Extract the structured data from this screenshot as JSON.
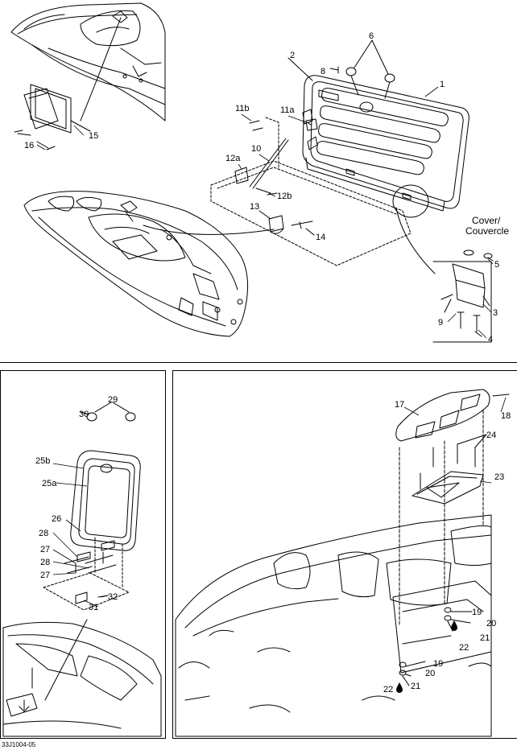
{
  "diagram_ref": "33J1004-05",
  "callouts": {
    "c1": "1",
    "c2": "2",
    "c3": "3",
    "c4": "4",
    "c5": "5",
    "c6": "6",
    "c8": "8",
    "c9": "9",
    "c10": "10",
    "c11a": "11a",
    "c11b": "11b",
    "c12a": "12a",
    "c12b": "12b",
    "c13": "13",
    "c14": "14",
    "c15": "15",
    "c16": "16",
    "c17": "17",
    "c18": "18",
    "c19a": "19",
    "c19b": "19",
    "c20a": "20",
    "c20b": "20",
    "c21a": "21",
    "c21b": "21",
    "c22a": "22",
    "c22b": "22",
    "c23": "23",
    "c24": "24",
    "c25a": "25a",
    "c25b": "25b",
    "c26": "26",
    "c27a": "27",
    "c27b": "27",
    "c28a": "28",
    "c28b": "28",
    "c29": "29",
    "c30": "30",
    "c31": "31",
    "c32": "32"
  },
  "cover_label_en": "Cover/",
  "cover_label_fr": "Couvercle",
  "colors": {
    "line": "#000000",
    "background": "#ffffff"
  }
}
